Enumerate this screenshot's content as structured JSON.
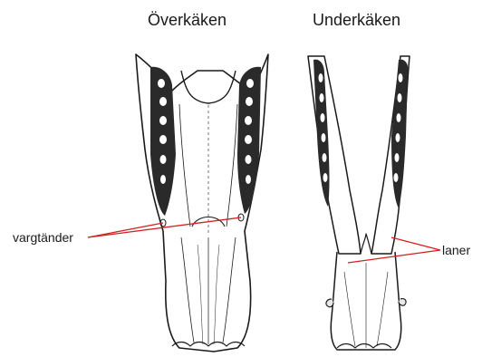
{
  "titles": {
    "upper_jaw": "Överkäken",
    "lower_jaw": "Underkäken"
  },
  "labels": {
    "wolf_teeth": "vargtänder",
    "bars": "laner"
  },
  "colors": {
    "leader_lines": "#d42020",
    "ink": "#1a1a1a",
    "teeth": "#2a2a2a"
  }
}
